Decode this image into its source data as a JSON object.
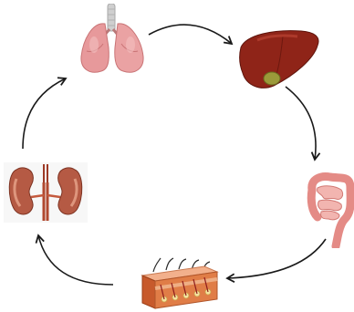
{
  "diagram": {
    "nodes": [
      {
        "id": "lungs",
        "icon": "lungs-icon"
      },
      {
        "id": "liver",
        "icon": "liver-icon"
      },
      {
        "id": "intestines",
        "icon": "intestines-icon"
      },
      {
        "id": "skin",
        "icon": "skin-cross-section-icon"
      },
      {
        "id": "kidneys",
        "icon": "kidneys-icon"
      }
    ],
    "flow": [
      "lungs",
      "liver",
      "intestines",
      "skin",
      "kidneys",
      "lungs"
    ],
    "colors": {
      "arrow": "#1a1a1a",
      "lungs": "#e7999b",
      "liver": "#8f2418",
      "intestines": "#eba5a0",
      "skin_top": "#f2b08c",
      "skin_base": "#d9703a",
      "kidneys": "#b55a44"
    }
  }
}
